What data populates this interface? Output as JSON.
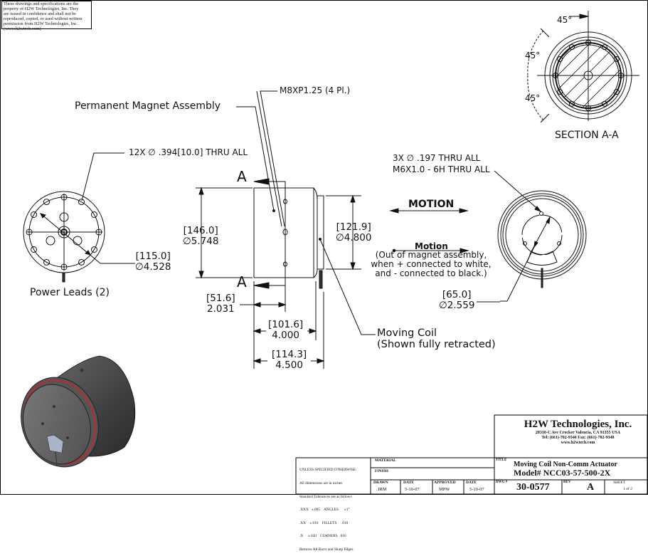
{
  "notice": {
    "lines": [
      "These drawings and specifications are the",
      "property of H2W Technologies, Inc. They",
      "are issued in  confidence and shall not be",
      "reproduced, copied, or used  without written",
      "permission from H2W Technologies, Inc.",
      "(www.h2wtech.com)"
    ]
  },
  "callouts": {
    "permanent_magnet": "Permanent Magnet Assembly",
    "m8": "M8XP1.25 (4 Pl.)",
    "holes_12x": "12X ∅ .394[10.0]  THRU ALL",
    "power_leads": "Power Leads (2)",
    "holes_3x_line1": "3X ∅ .197  THRU ALL",
    "holes_3x_line2": "M6X1.0  - 6H THRU ALL",
    "motion_big": "MOTION",
    "motion_small": "Motion",
    "motion_note_1": "(Out of magnet assembly,",
    "motion_note_2": "when + connected to white,",
    "motion_note_3": "and - connected to black.)",
    "moving_coil_1": "Moving Coil",
    "moving_coil_2": "(Shown fully retracted)",
    "section_title": "SECTION A-A",
    "section_marker": "A",
    "angle": "45°"
  },
  "dimensions": {
    "bolt_circle_mm": "[115.0]",
    "bolt_circle_in": "∅4.528",
    "body_dia_mm": "[146.0]",
    "body_dia_in": "∅5.748",
    "coil_dia_mm": "[121.9",
    "coil_dia_mm_close": "]",
    "coil_dia_in": "∅4.800",
    "offset_mm": "[51.6]",
    "offset_in": "2.031",
    "body_len_mm": "[101.6]",
    "body_len_in": "4.000",
    "total_len_mm": "[114.3]",
    "total_len_in": "4.500",
    "inner_circle_mm": "[65.0]",
    "inner_circle_in": "∅2.559"
  },
  "title_block": {
    "company": "H2W Technologies, Inc.",
    "address": "28310-C  Ave Crocker   Valencia, CA  91355  USA",
    "phone": "Tel:  (661)-702-9346   Fax: (661)-702-9348",
    "web": "www.h2wtech.com",
    "title_label": "TITLE",
    "title_line1": "Moving Coil Non-Comm Actuator",
    "title_line2": "Model# NCC03-57-500-2X",
    "dwg_label": "DWG #",
    "dwg_number": "30-0577",
    "rev_label": "REV",
    "rev": "A",
    "sheet_label": "SHEET",
    "sheet": "1 of 2",
    "material_label": "MATERIAL",
    "finish_label": "FINISH",
    "drawn_label": "DRAWN",
    "drawn_by": "JRM",
    "date_label": "DATE",
    "drawn_date": "5-10-07",
    "approved_label": "APPROVED",
    "approved_by": "MPW",
    "approved_date": "5-10-07",
    "tolerances": [
      "UNLESS SPECIFIED OTHERWISE:",
      "All dimensions are in inches",
      "Standard Tolerances are as follows",
      ".XXX   ±.005    ANGLES      ±1°",
      ".XX    ±.010    FILLETS     .010",
      ".X     ±.020    CORNERS  .010",
      "Remove All Burrs and Sharp Edges"
    ]
  },
  "colors": {
    "ink": "#111111",
    "body_dark": "#4a4a4a",
    "ring_red": "#c0282a",
    "lead_plate": "#aab4c8"
  }
}
